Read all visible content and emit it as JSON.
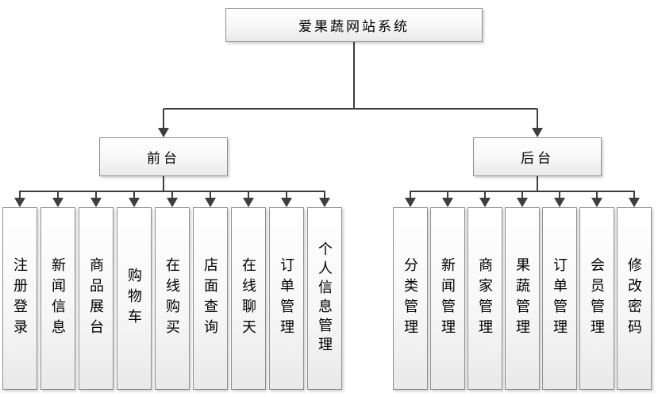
{
  "diagram": {
    "title": "爱果蔬网站系统",
    "line_color": "#3e3e3e",
    "root": {
      "label": "爱果蔬网站系统"
    },
    "branches": [
      {
        "label": "前台",
        "children": [
          "注册登录",
          "新闻信息",
          "商品展台",
          "购物车",
          "在线购买",
          "店面查询",
          "在线聊天",
          "订单管理",
          "个人信息管理"
        ]
      },
      {
        "label": "后台",
        "children": [
          "分类管理",
          "新闻管理",
          "商家管理",
          "果蔬管理",
          "订单管理",
          "会员管理",
          "修改密码"
        ]
      }
    ]
  }
}
